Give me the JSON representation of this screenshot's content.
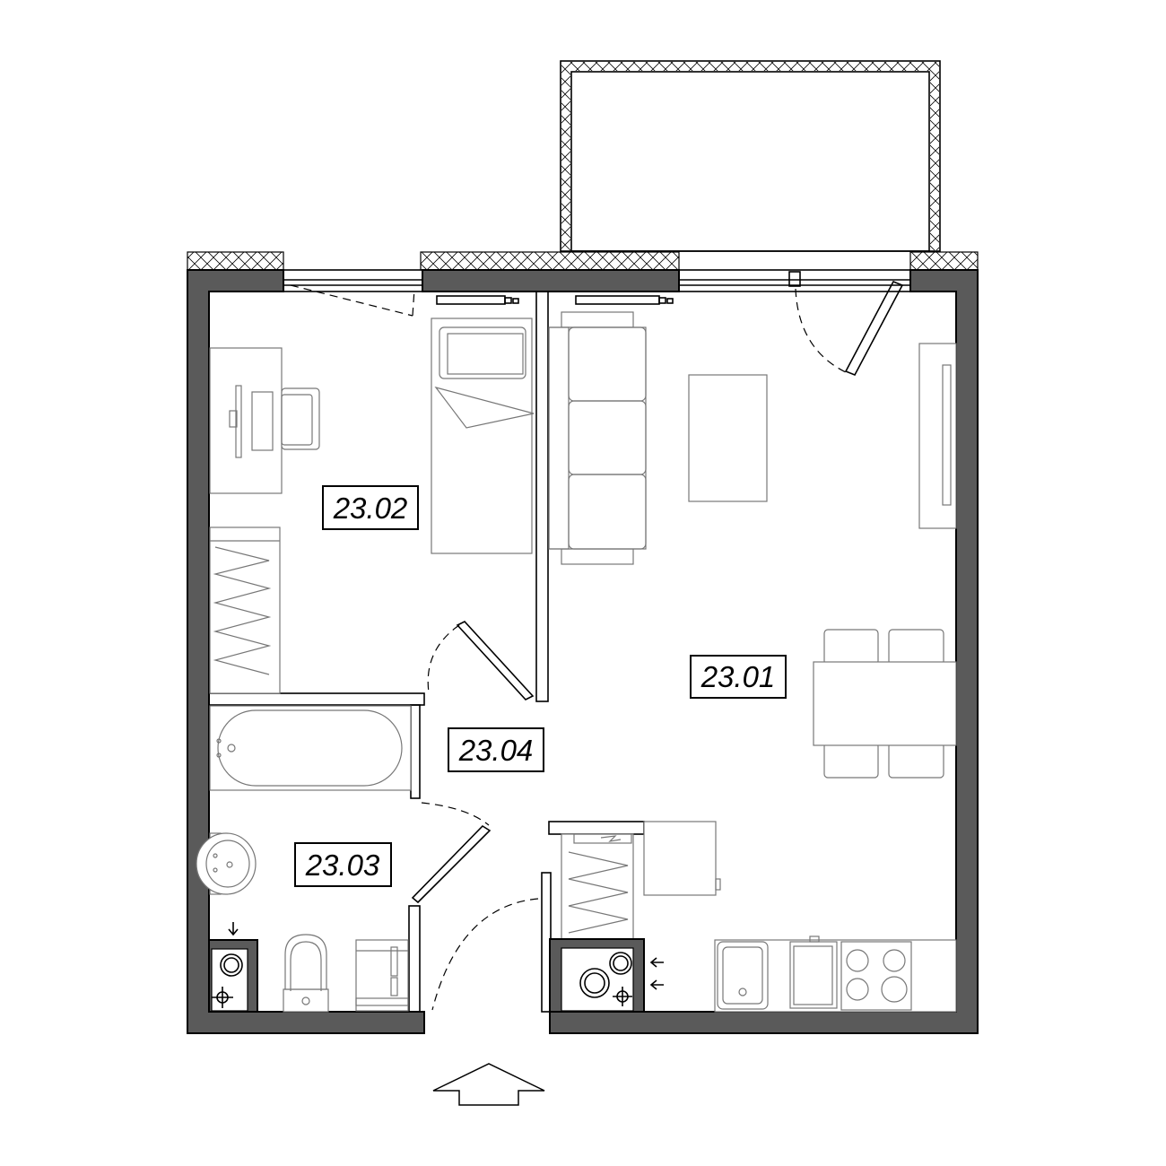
{
  "rooms": [
    {
      "id": "living",
      "label": "23.01"
    },
    {
      "id": "bedroom",
      "label": "23.02"
    },
    {
      "id": "bathroom",
      "label": "23.03"
    },
    {
      "id": "hall",
      "label": "23.04"
    }
  ],
  "icons": {
    "entrance": "entrance-arrow-icon",
    "duct": "ventilation-arrow-icon"
  },
  "colors": {
    "wall": "#5a5a5a",
    "line": "#000000",
    "furniture": "#777777"
  }
}
